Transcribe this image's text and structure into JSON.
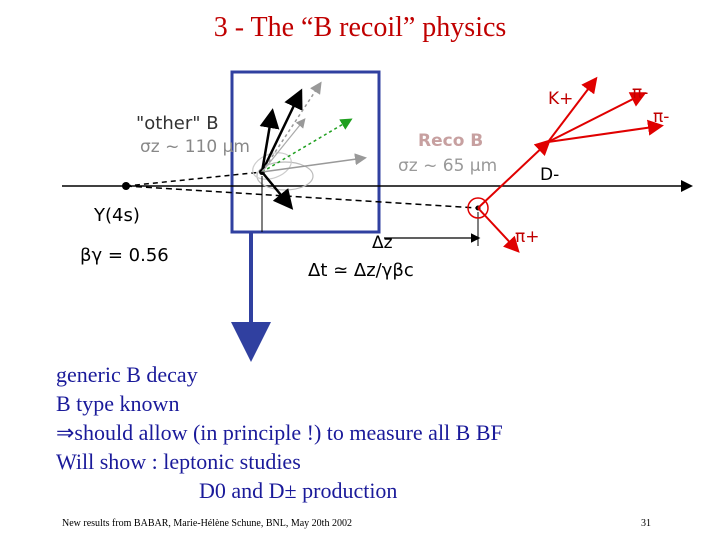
{
  "slide": {
    "title": "3 - The “B recoil” physics",
    "diagram": {
      "other_b_label": "\"other\" B",
      "other_b_sigma": "σz ~ 110 μm",
      "reco_b_label": "Reco B",
      "reco_b_sigma": "σz ~ 65 μm",
      "upsilon_label": "Υ(4s)",
      "boost_label": "βγ = 0.56",
      "delta_z_label": "Δz",
      "delta_t_label": "Δt ≃ Δz/γβc",
      "k_plus": "K+",
      "pi_minus_1": "π-",
      "pi_minus_2": "π-",
      "d_minus": "D-",
      "pi_plus": "π+"
    },
    "bullets": [
      "generic B decay",
      "B type known",
      "⇒should allow (in principle !) to measure all B BF",
      "Will show :  leptonic studies",
      "D0 and D± production"
    ],
    "footer": "New results from BABAR, Marie-Hélène Schune, BNL, May 20th 2002",
    "page_number": "31"
  }
}
